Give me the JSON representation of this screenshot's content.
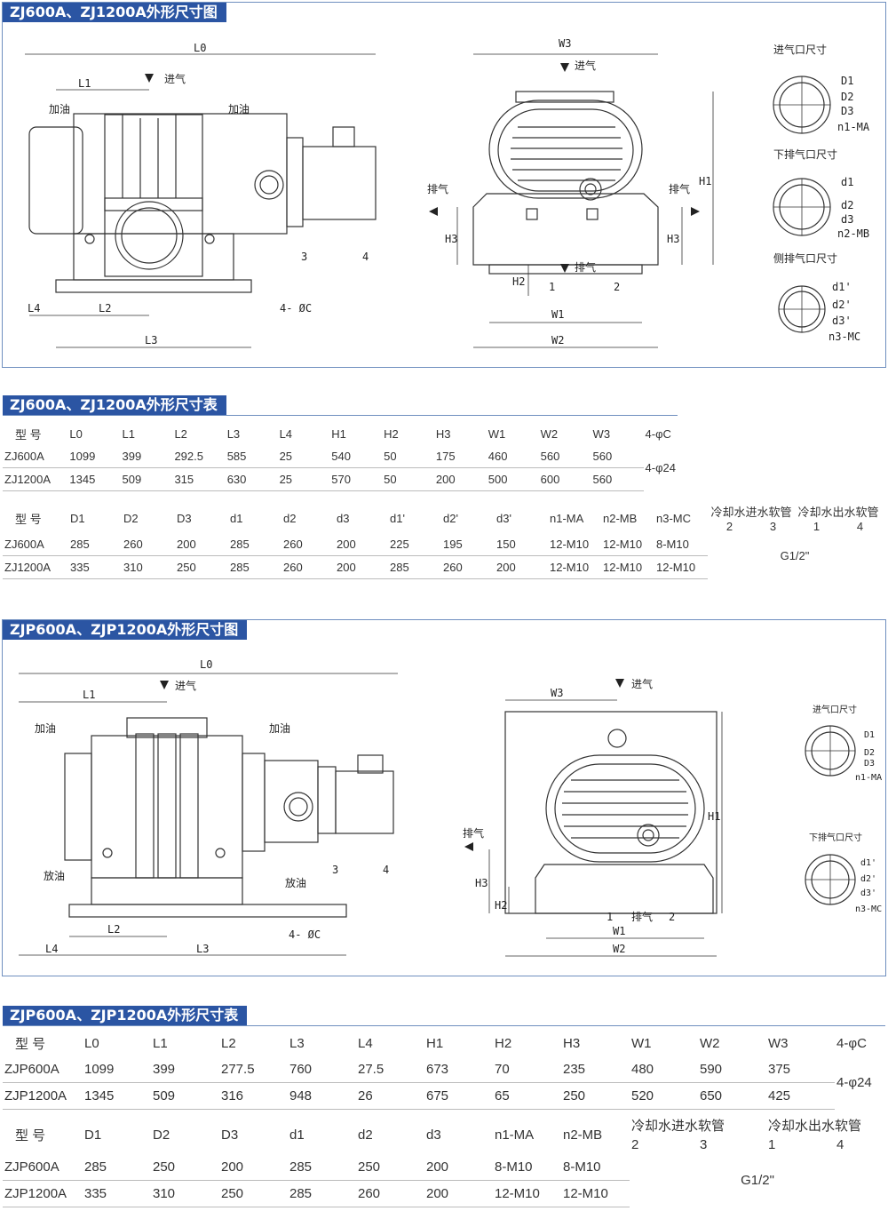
{
  "section1": {
    "drawing_title": "ZJ600A、ZJ1200A外形尺寸图",
    "table_title": "ZJ600A、ZJ1200A外形尺寸表",
    "front_labels": {
      "L0": "L0",
      "L1": "L1",
      "intake": "进气",
      "oil_left": "加油",
      "oil_right": "加油",
      "L4": "L4",
      "L2": "L2",
      "L3": "L3",
      "hole": "4- ØC",
      "n3": "3",
      "n4": "4"
    },
    "side_labels": {
      "W3": "W3",
      "intake": "进气",
      "exhaust_left": "排气",
      "exhaust_right": "排气",
      "exhaust_bottom": "排气",
      "H1": "H1",
      "H3l": "H3",
      "H3r": "H3",
      "H2": "H2",
      "W1": "W1",
      "W2": "W2",
      "n1": "1",
      "n2": "2"
    },
    "flanges": {
      "inlet_title": "进气口尺寸",
      "inlet": [
        "D1",
        "D2",
        "D3",
        "n1-MA"
      ],
      "lower_title": "下排气口尺寸",
      "lower": [
        "d1",
        "d2",
        "d3",
        "n2-MB"
      ],
      "side_title": "侧排气口尺寸",
      "side": [
        "d1'",
        "d2'",
        "d3'",
        "n3-MC"
      ]
    },
    "table_a": {
      "header": [
        "型 号",
        "L0",
        "L1",
        "L2",
        "L3",
        "L4",
        "H1",
        "H2",
        "H3",
        "W1",
        "W2",
        "W3",
        "4-φC"
      ],
      "rows": [
        [
          "ZJ600A",
          "1099",
          "399",
          "292.5",
          "585",
          "25",
          "540",
          "50",
          "175",
          "460",
          "560",
          "560"
        ],
        [
          "ZJ1200A",
          "1345",
          "509",
          "315",
          "630",
          "25",
          "570",
          "50",
          "200",
          "500",
          "600",
          "560"
        ]
      ],
      "merged": "4-φ24"
    },
    "table_b": {
      "header": [
        "型 号",
        "D1",
        "D2",
        "D3",
        "d1",
        "d2",
        "d3",
        "d1'",
        "d2'",
        "d3'",
        "n1-MA",
        "n2-MB",
        "n3-MC"
      ],
      "cool_in": "冷却水进水软管",
      "cool_out": "冷却水出水软管",
      "cool_sub": [
        "2",
        "3",
        "1",
        "4"
      ],
      "rows": [
        [
          "ZJ600A",
          "285",
          "260",
          "200",
          "285",
          "260",
          "200",
          "225",
          "195",
          "150",
          "12-M10",
          "12-M10",
          "8-M10"
        ],
        [
          "ZJ1200A",
          "335",
          "310",
          "250",
          "285",
          "260",
          "200",
          "285",
          "260",
          "200",
          "12-M10",
          "12-M10",
          "12-M10"
        ]
      ],
      "merged": "G1/2\""
    }
  },
  "section2": {
    "drawing_title": "ZJP600A、ZJP1200A外形尺寸图",
    "table_title": "ZJP600A、ZJP1200A外形尺寸表",
    "front_labels": {
      "L0": "L0",
      "L1": "L1",
      "intake": "进气",
      "oil_left": "加油",
      "oil_right": "加油",
      "drain_left": "放油",
      "drain_right": "放油",
      "L4": "L4",
      "L2": "L2",
      "L3": "L3",
      "hole": "4- ØC",
      "n3": "3",
      "n4": "4"
    },
    "side_labels": {
      "W3": "W3",
      "intake": "进气",
      "exhaust_left": "排气",
      "exhaust_bottom": "排气",
      "H1": "H1",
      "H3": "H3",
      "H2": "H2",
      "W1": "W1",
      "W2": "W2",
      "n1": "1",
      "n2": "2"
    },
    "flanges": {
      "inlet_title": "进气口尺寸",
      "inlet": [
        "D1",
        "D2",
        "D3",
        "n1-MA"
      ],
      "lower_title": "下排气口尺寸",
      "lower": [
        "d1'",
        "d2'",
        "d3'",
        "n3-MC"
      ]
    },
    "table_a": {
      "header": [
        "型 号",
        "L0",
        "L1",
        "L2",
        "L3",
        "L4",
        "H1",
        "H2",
        "H3",
        "W1",
        "W2",
        "W3",
        "4-φC"
      ],
      "rows": [
        [
          "ZJP600A",
          "1099",
          "399",
          "277.5",
          "760",
          "27.5",
          "673",
          "70",
          "235",
          "480",
          "590",
          "375"
        ],
        [
          "ZJP1200A",
          "1345",
          "509",
          "316",
          "948",
          "26",
          "675",
          "65",
          "250",
          "520",
          "650",
          "425"
        ]
      ],
      "merged": "4-φ24"
    },
    "table_b": {
      "header": [
        "型 号",
        "D1",
        "D2",
        "D3",
        "d1",
        "d2",
        "d3",
        "n1-MA",
        "n2-MB"
      ],
      "cool_in": "冷却水进水软管",
      "cool_out": "冷却水出水软管",
      "cool_sub": [
        "2",
        "3",
        "1",
        "4"
      ],
      "rows": [
        [
          "ZJP600A",
          "285",
          "250",
          "200",
          "285",
          "250",
          "200",
          "8-M10",
          "8-M10"
        ],
        [
          "ZJP1200A",
          "335",
          "310",
          "250",
          "285",
          "260",
          "200",
          "12-M10",
          "12-M10"
        ]
      ],
      "merged": "G1/2\""
    }
  },
  "colors": {
    "title_bar": "#2b55a3",
    "frame": "#6f8fbf",
    "line": "#333333"
  }
}
